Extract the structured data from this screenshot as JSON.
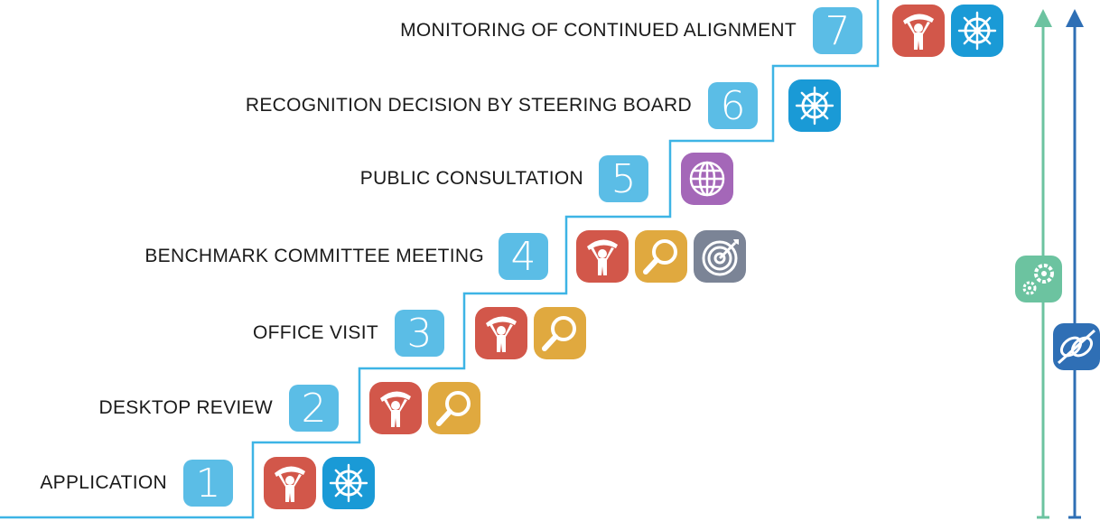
{
  "steps": [
    {
      "number": "1",
      "label": "APPLICATION",
      "icons": [
        "stakeholder-icon",
        "steering-wheel-icon"
      ]
    },
    {
      "number": "2",
      "label": "DESKTOP REVIEW",
      "icons": [
        "stakeholder-icon",
        "magnifier-icon"
      ]
    },
    {
      "number": "3",
      "label": "OFFICE VISIT",
      "icons": [
        "stakeholder-icon",
        "magnifier-icon"
      ]
    },
    {
      "number": "4",
      "label": "BENCHMARK COMMITTEE MEETING",
      "icons": [
        "stakeholder-icon",
        "magnifier-icon",
        "target-icon"
      ]
    },
    {
      "number": "5",
      "label": "PUBLIC CONSULTATION",
      "icons": [
        "globe-icon"
      ]
    },
    {
      "number": "6",
      "label": "RECOGNITION DECISION BY STEERING BOARD",
      "icons": [
        "steering-wheel-icon"
      ]
    },
    {
      "number": "7",
      "label": "MONITORING OF CONTINUED ALIGNMENT",
      "icons": [
        "stakeholder-icon",
        "steering-wheel-icon"
      ]
    }
  ],
  "side_arrows": [
    {
      "icon": "gears-icon",
      "color": "#6cc3a0"
    },
    {
      "icon": "knot-icon",
      "color": "#2f6fb5"
    }
  ],
  "colors": {
    "staircase_line": "#3db4e5",
    "number_box": "#5bbde6",
    "stakeholder": "#d2574a",
    "magnifier": "#e0a93f",
    "steering": "#1a9ad6",
    "globe": "#a467b8",
    "target": "#7b8496",
    "gears": "#6cc3a0",
    "knot": "#2f6fb5"
  }
}
